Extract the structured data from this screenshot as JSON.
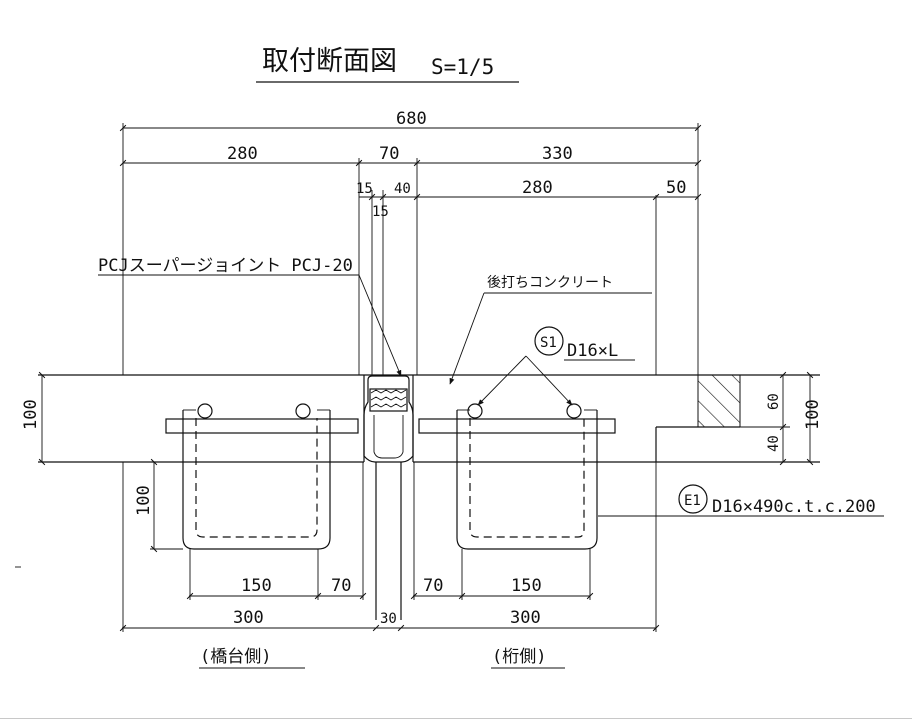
{
  "title": {
    "main": "取付断面図",
    "scale": "S=1/5"
  },
  "dimensions": {
    "overall": "680",
    "left_width": "280",
    "joint_width": "70",
    "right_width": "330",
    "joint_sub_a": "15",
    "joint_sub_b": "40",
    "joint_sub_c": "15",
    "right_sub_a": "280",
    "right_sub_b": "50",
    "left_depth": "100",
    "right_top": "60",
    "right_bottom": "40",
    "right_depth": "100",
    "stirrup_depth": "100",
    "bottom_left_150": "150",
    "bottom_left_70": "70",
    "bottom_right_70": "70",
    "bottom_right_150": "150",
    "bottom_left_300": "300",
    "bottom_gap": "30",
    "bottom_right_300": "300"
  },
  "labels": {
    "product": "PCJスーパージョイント PCJ-20",
    "concrete": "後打ちコンクリート",
    "s1_tag": "S1",
    "s1_spec": "D16×L",
    "e1_tag": "E1",
    "e1_spec": "D16×490c.t.c.200",
    "abutment_side": "(橋台側)",
    "girder_side": "(桁側)"
  }
}
